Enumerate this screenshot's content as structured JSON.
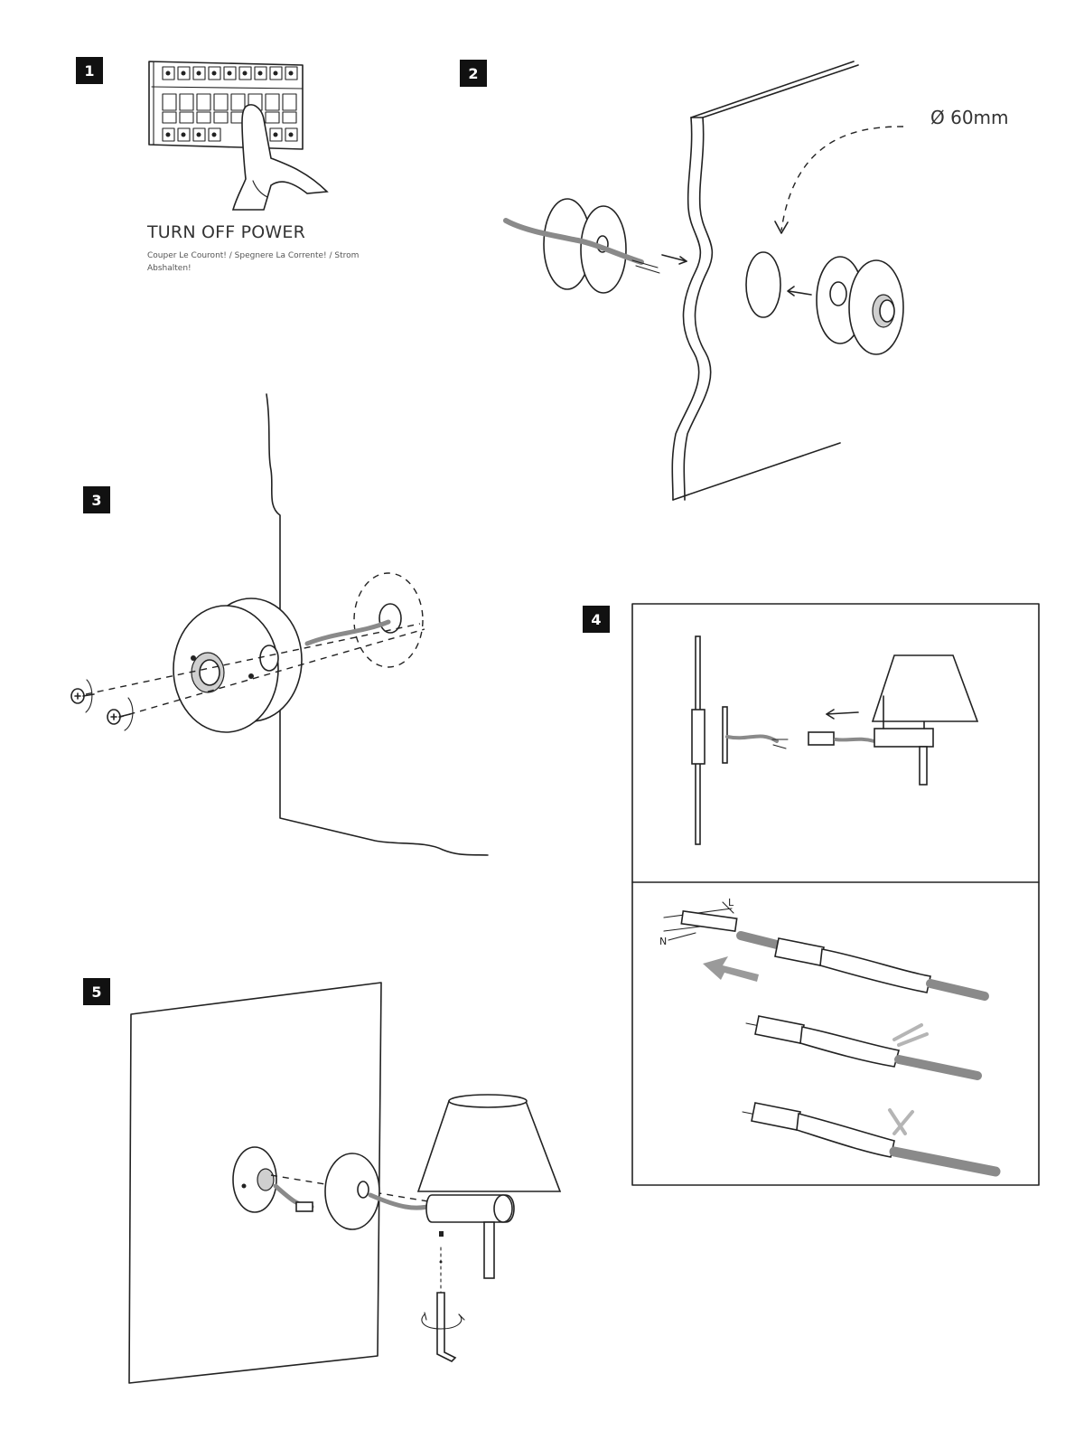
{
  "steps": {
    "s1": {
      "number": "1",
      "title": "TURN OFF POWER",
      "subtitle": "Couper Le Couront! / Spegnere La Corrente! / Strom Abshalten!"
    },
    "s2": {
      "number": "2",
      "dimension": "Ø 60mm"
    },
    "s3": {
      "number": "3"
    },
    "s4": {
      "number": "4",
      "label_l": "L",
      "label_n": "N"
    },
    "s5": {
      "number": "5"
    }
  },
  "colors": {
    "ink": "#222222",
    "badge": "#111111",
    "cable": "#8a8a8a",
    "arrow": "#9a9a9a"
  }
}
